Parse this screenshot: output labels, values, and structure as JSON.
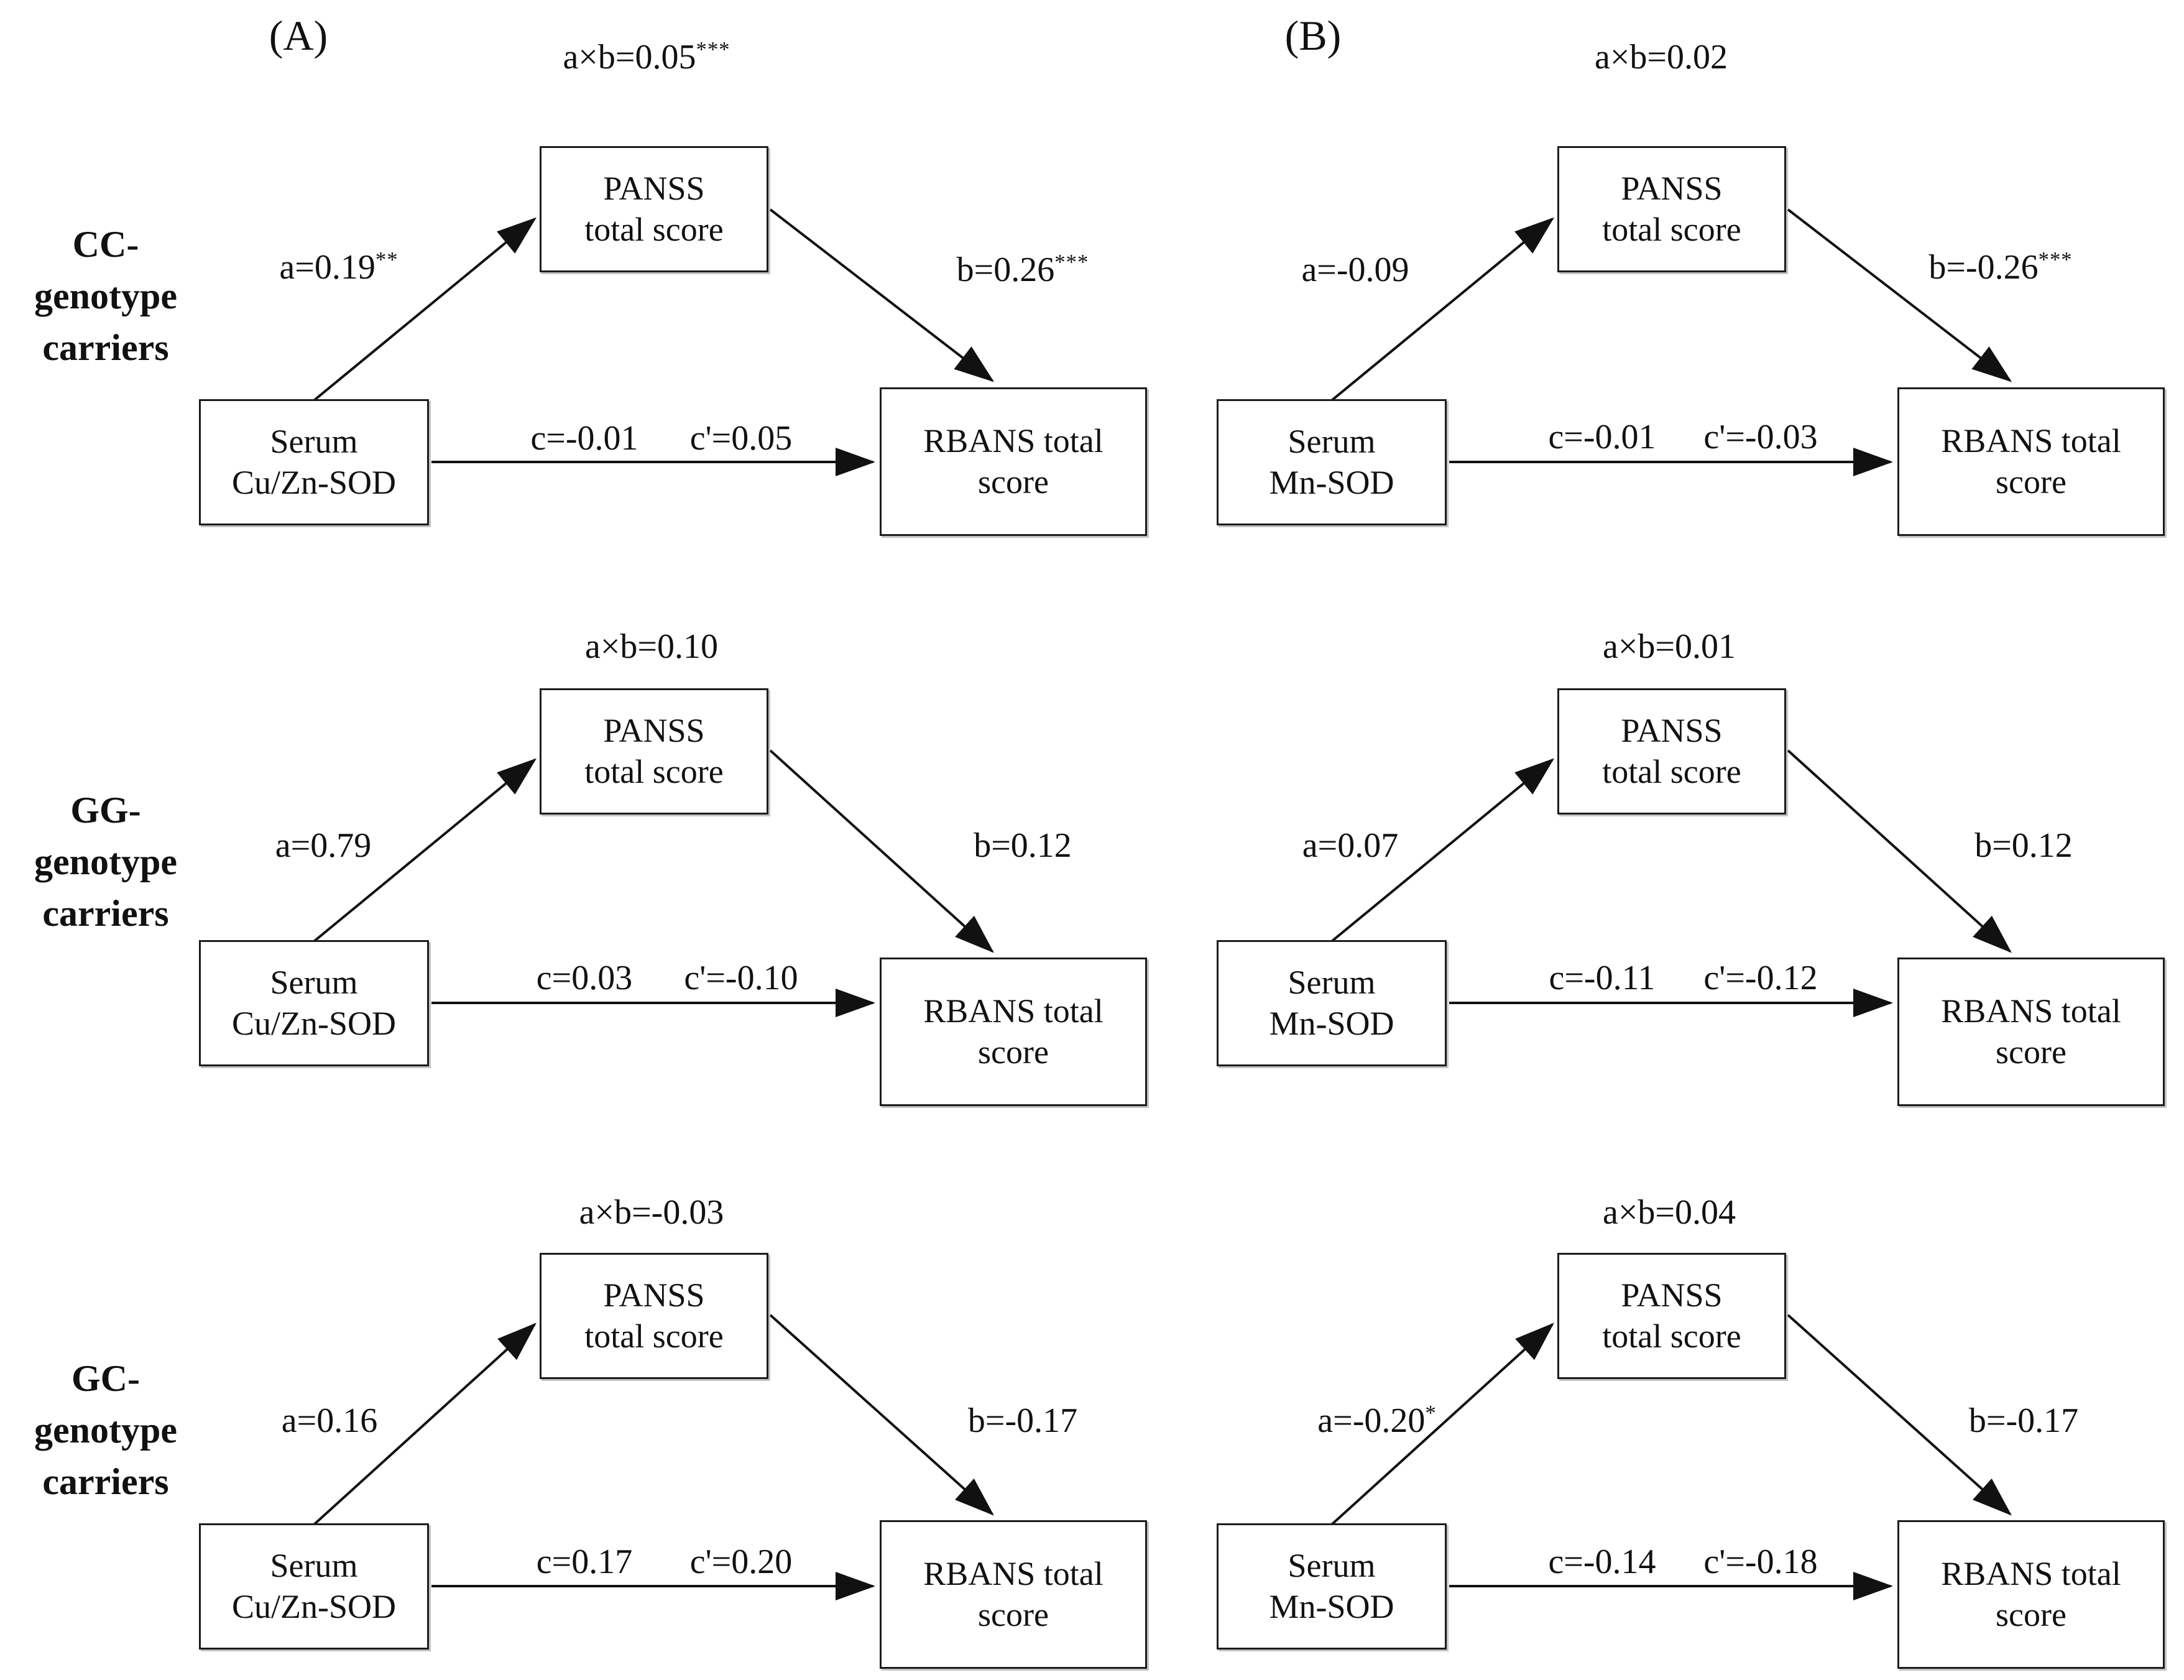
{
  "figure": {
    "type": "mediation-path-diagram",
    "colors": {
      "ink": "#111111",
      "box_border": "#1c1c1c",
      "background": "#ffffff",
      "shadow": "#7d7d7d"
    },
    "panels": {
      "a_header": "(A)",
      "b_header": "(B)"
    },
    "boxes": {
      "mediator": [
        "PANSS",
        "total score"
      ],
      "outcome": [
        "RBANS total",
        "score"
      ],
      "predictor_a": [
        "Serum",
        "Cu/Zn-SOD"
      ],
      "predictor_b": [
        "Serum",
        "Mn-SOD"
      ]
    },
    "rows": [
      {
        "genotype": [
          "CC-",
          "genotype",
          "carriers"
        ],
        "a_panel": {
          "axb": "a×b=0.05",
          "axb_sup": "***",
          "a": "a=0.19",
          "a_sup": "**",
          "b": "b=0.26",
          "b_sup": "***",
          "c": "c=-0.01",
          "cprime": "c'=0.05"
        },
        "b_panel": {
          "axb": "a×b=0.02",
          "axb_sup": "",
          "a": "a=-0.09",
          "a_sup": "",
          "b": "b=-0.26",
          "b_sup": "***",
          "c": "c=-0.01",
          "cprime": "c'=-0.03"
        }
      },
      {
        "genotype": [
          "GG-",
          "genotype",
          "carriers"
        ],
        "a_panel": {
          "axb": "a×b=0.10",
          "axb_sup": "",
          "a": "a=0.79",
          "a_sup": "",
          "b": "b=0.12",
          "b_sup": "",
          "c": "c=0.03",
          "cprime": "c'=-0.10"
        },
        "b_panel": {
          "axb": "a×b=0.01",
          "axb_sup": "",
          "a": "a=0.07",
          "a_sup": "",
          "b": "b=0.12",
          "b_sup": "",
          "c": "c=-0.11",
          "cprime": "c'=-0.12"
        }
      },
      {
        "genotype": [
          "GC-",
          "genotype",
          "carriers"
        ],
        "a_panel": {
          "axb": "a×b=-0.03",
          "axb_sup": "",
          "a": "a=0.16",
          "a_sup": "",
          "b": "b=-0.17",
          "b_sup": "",
          "c": "c=0.17",
          "cprime": "c'=0.20"
        },
        "b_panel": {
          "axb": "a×b=0.04",
          "axb_sup": "",
          "a": "a=-0.20",
          "a_sup": "*",
          "b": "b=-0.17",
          "b_sup": "",
          "c": "c=-0.14",
          "cprime": "c'=-0.18"
        }
      }
    ]
  }
}
